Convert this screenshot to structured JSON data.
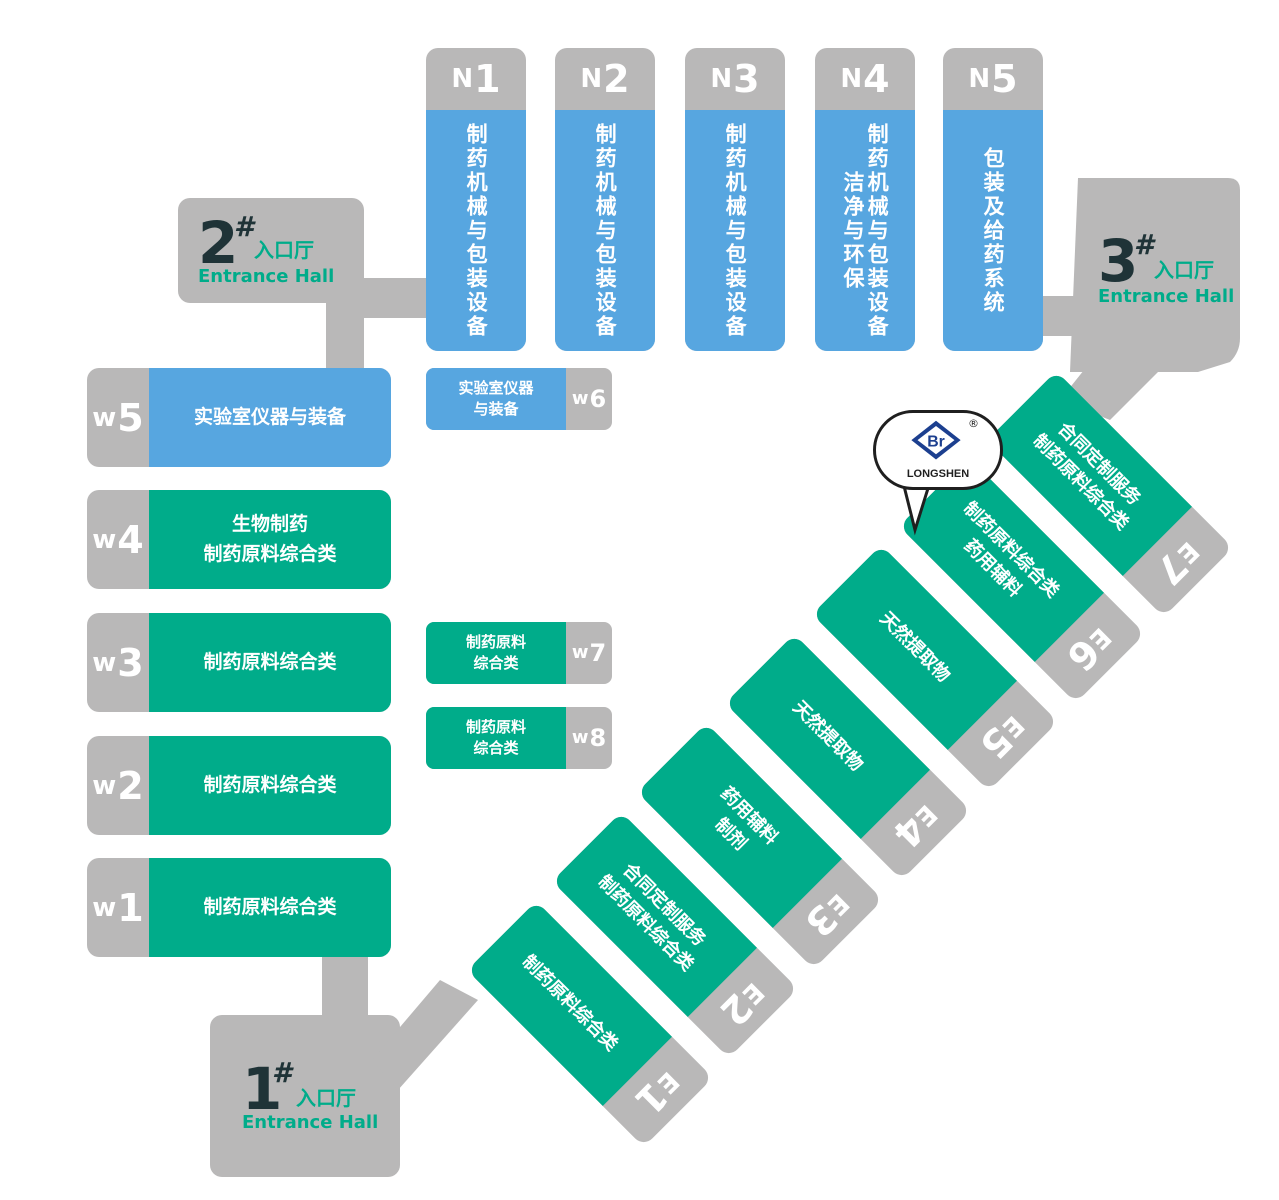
{
  "colors": {
    "corridor": "#b9b8b8",
    "blue": "#57a6e0",
    "green": "#00ac8a",
    "dark": "#1f3337"
  },
  "entrances": {
    "e1": {
      "num": "1",
      "hash": "#",
      "cn": "入口厅",
      "en": "Entrance Hall"
    },
    "e2": {
      "num": "2",
      "hash": "#",
      "cn": "入口厅",
      "en": "Entrance Hall"
    },
    "e3": {
      "num": "3",
      "hash": "#",
      "cn": "入口厅",
      "en": "Entrance Hall"
    }
  },
  "north": [
    {
      "letter": "N",
      "num": "1",
      "label": "制药机械与包装设备"
    },
    {
      "letter": "N",
      "num": "2",
      "label": "制药机械与包装设备"
    },
    {
      "letter": "N",
      "num": "3",
      "label": "制药机械与包装设备"
    },
    {
      "letter": "N",
      "num": "4",
      "label": "制药机械与包装设备\n洁净与环保"
    },
    {
      "letter": "N",
      "num": "5",
      "label": "包装及给药系统"
    }
  ],
  "west": {
    "w5": {
      "letter": "w",
      "num": "5",
      "label": "实验室仪器与装备"
    },
    "w4": {
      "letter": "w",
      "num": "4",
      "label": "生物制药\n制药原料综合类"
    },
    "w3": {
      "letter": "w",
      "num": "3",
      "label": "制药原料综合类"
    },
    "w2": {
      "letter": "w",
      "num": "2",
      "label": "制药原料综合类"
    },
    "w1": {
      "letter": "w",
      "num": "1",
      "label": "制药原料综合类"
    },
    "w6": {
      "letter": "w",
      "num": "6",
      "label": "实验室仪器\n与装备"
    },
    "w7": {
      "letter": "w",
      "num": "7",
      "label": "制药原料\n综合类"
    },
    "w8": {
      "letter": "w",
      "num": "8",
      "label": "制药原料\n综合类"
    }
  },
  "east": [
    {
      "letter": "E",
      "num": "1",
      "label": "制药原料综合类"
    },
    {
      "letter": "E",
      "num": "2",
      "label": "合同定制服务\n制药原料综合类"
    },
    {
      "letter": "E",
      "num": "3",
      "label": "药用辅料\n制剂"
    },
    {
      "letter": "E",
      "num": "4",
      "label": "天然提取物"
    },
    {
      "letter": "E",
      "num": "5",
      "label": "天然提取物"
    },
    {
      "letter": "E",
      "num": "6",
      "label": "制药原料综合类\n药用辅料"
    },
    {
      "letter": "E",
      "num": "7",
      "label": "合同定制服务\n制药原料综合类"
    }
  ],
  "logo": {
    "brand": "LONGSHEN",
    "mark": "Br",
    "registered": "®"
  }
}
